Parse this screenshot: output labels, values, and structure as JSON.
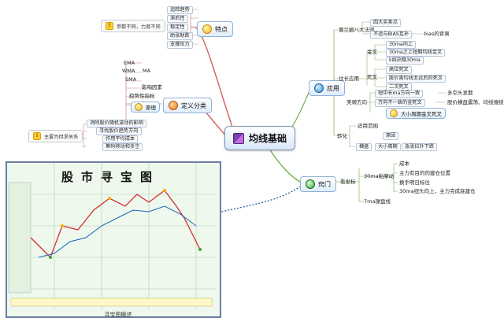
{
  "central": {
    "label": "均线基础",
    "icon": "flag-icon"
  },
  "branches": {
    "features": {
      "label": "特点",
      "icon": "smile-icon",
      "items": [
        "追踪趋势",
        "滞后性",
        "稳定性",
        "助涨助跌",
        "支撑压力"
      ],
      "note": "参数不同，力度不同"
    },
    "definition": {
      "label": "定义分类",
      "icon": "warning-icon",
      "types": [
        "EMA",
        "WMA",
        "MA",
        "SMA"
      ],
      "influence": "影响因素",
      "trend_indicator": "趋势性指标",
      "principle": "原理",
      "details": [
        "消除股价随机波动的影响",
        "寻找股价趋势方向",
        "作用平均成本",
        "筹码移动和多空"
      ],
      "note": "主要为供求关系"
    },
    "application": {
      "label": "应用",
      "icon": "info-icon",
      "rule8_label": "葛兰碧八大法则",
      "rule8_items": [
        "四大买卖点",
        "不适与BIAS互补",
        "bias的背离"
      ],
      "gold_label": "金叉",
      "gold_items": [
        "30ma向上",
        "30ma之上短期均线金叉",
        "k线站稳30ma"
      ],
      "death_label": "死叉",
      "death_items": [
        "高位死叉",
        "股价离均线太远后的死叉",
        "二次死叉"
      ],
      "mix_label": "住长应用",
      "order_label": "美顺方向",
      "order_items": [
        "短中长ma方向一致",
        "多空头发散",
        "方向不一致的金死叉",
        "股价横盘震荡、均线缠绕"
      ],
      "order_tip": "大小周期金叉死叉",
      "convert_label": "转化",
      "convert_items": [
        "适用范围",
        "原因",
        "横盘",
        "大小周期",
        "急涨拉升下跌"
      ]
    },
    "tips": {
      "label": "窍门",
      "icon": "tip-icon",
      "sub_label": "看坐标",
      "ma30_label": "30ma粘摩动",
      "ma30_items": [
        "成本",
        "主力有目的的建仓位置",
        "换手明日标位",
        "30ma扭头向上，主力完成底建仓"
      ],
      "ma7_label": "7ma操盘线"
    }
  },
  "panel": {
    "title": "股市寻宝图",
    "caption": "寻宝图概述"
  }
}
